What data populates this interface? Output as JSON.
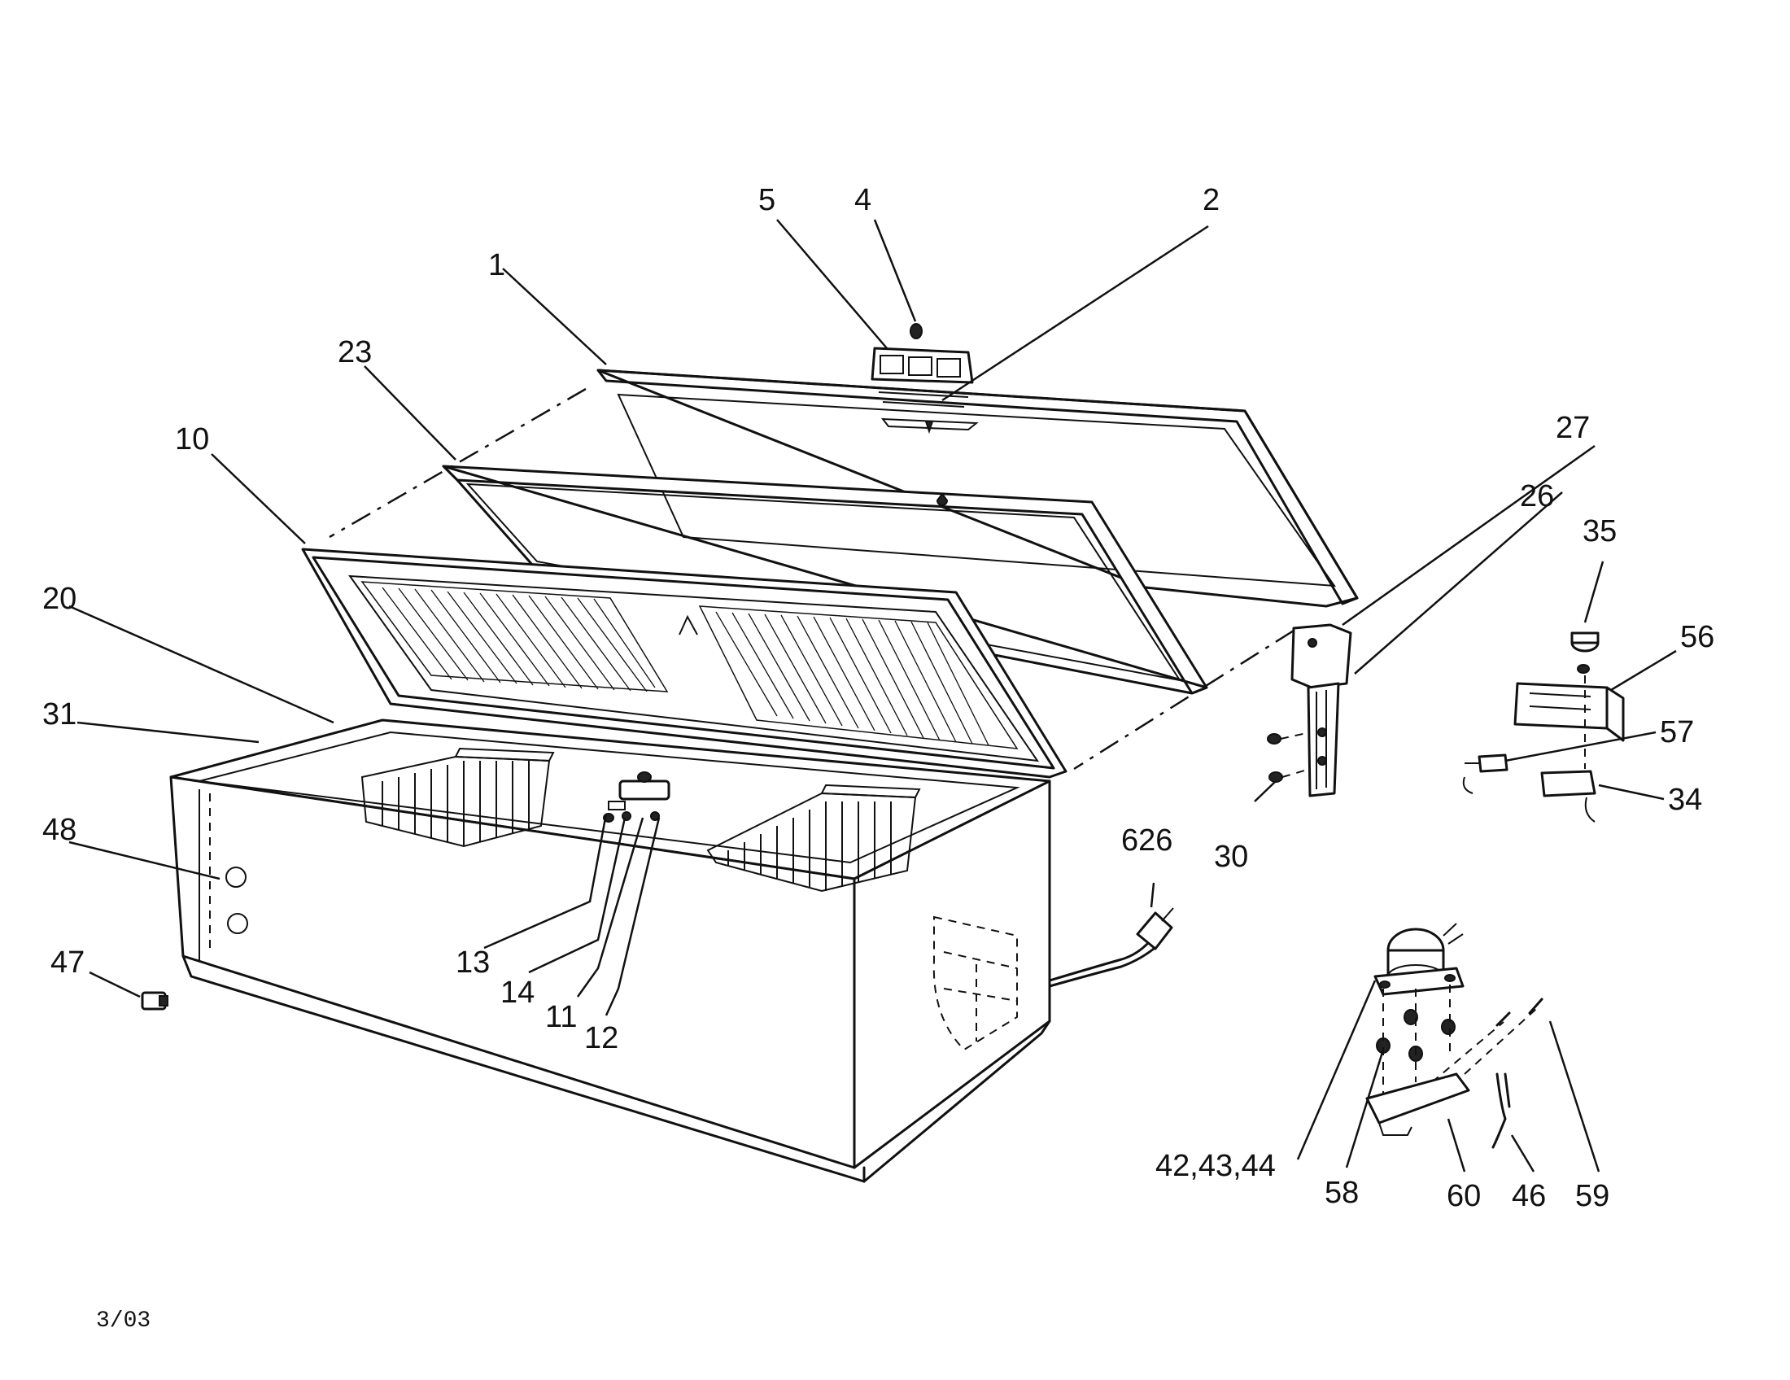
{
  "labels": {
    "p1": "1",
    "p2": "2",
    "p4": "4",
    "p5": "5",
    "p10": "10",
    "p11": "11",
    "p12": "12",
    "p13": "13",
    "p14": "14",
    "p20": "20",
    "p23": "23",
    "p26": "26",
    "p27": "27",
    "p30": "30",
    "p31": "31",
    "p34": "34",
    "p35": "35",
    "p42_44": "42,43,44",
    "p46": "46",
    "p47": "47",
    "p48": "48",
    "p56": "56",
    "p57": "57",
    "p58": "58",
    "p59": "59",
    "p60": "60",
    "p626": "626"
  },
  "footer": {
    "date": "3/03"
  }
}
